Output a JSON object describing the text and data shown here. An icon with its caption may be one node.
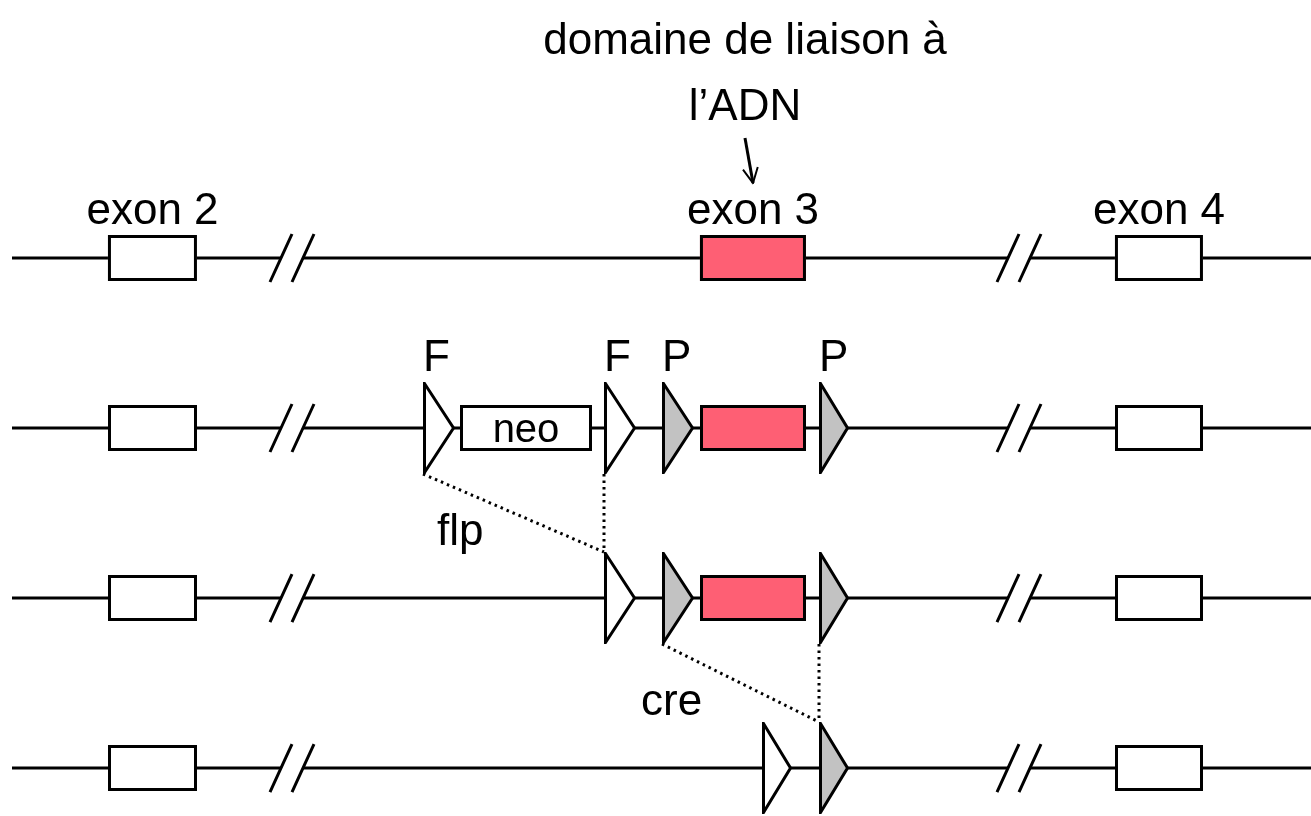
{
  "diagram": {
    "nodes": [
      {
        "text": [
          "domaine de liaison à l’ADN"
        ]
      },
      {
        "text": [
          "exon 2"
        ]
      },
      {
        "text": [
          "exon 3"
        ]
      },
      {
        "text": [
          "exon 4"
        ]
      },
      {
        "text": [],
        "shape": "box"
      },
      {
        "text": [
          "F"
        ]
      },
      {
        "text": [
          "neo"
        ]
      },
      {
        "text": [
          "F"
        ]
      },
      {
        "text": [
          "P"
        ]
      },
      {
        "text": [],
        "shape": "box"
      },
      {
        "text": [
          "P"
        ]
      },
      {
        "text": [],
        "shape": "box"
      },
      {
        "text": [],
        "shape": "box"
      },
      {
        "text": [],
        "shape": "triangle"
      },
      {
        "text": [],
        "shape": "triangle"
      },
      {
        "text": [],
        "shape": "box"
      },
      {
        "text": [],
        "shape": "triangle"
      },
      {
        "text": [],
        "shape": "box"
      },
      {
        "text": [],
        "shape": "box"
      },
      {
        "text": [],
        "shape": "triangle"
      },
      {
        "text": [],
        "shape": "triangle"
      },
      {
        "text": [],
        "shape": "box"
      }
    ],
    "edges": [
      {
        "from": 0,
        "to": 2,
        "arrow": "to"
      },
      {
        "from": 5,
        "to": 13,
        "arrow": "none",
        "style": "dashed"
      },
      {
        "from": 7,
        "to": 13,
        "arrow": "none",
        "style": "dashed"
      },
      {
        "from": 14,
        "to": 20,
        "arrow": "none",
        "style": "dashed"
      },
      {
        "from": 16,
        "to": 20,
        "arrow": "none",
        "style": "dashed"
      }
    ],
    "labels": [
      "flp",
      "cre"
    ]
  }
}
